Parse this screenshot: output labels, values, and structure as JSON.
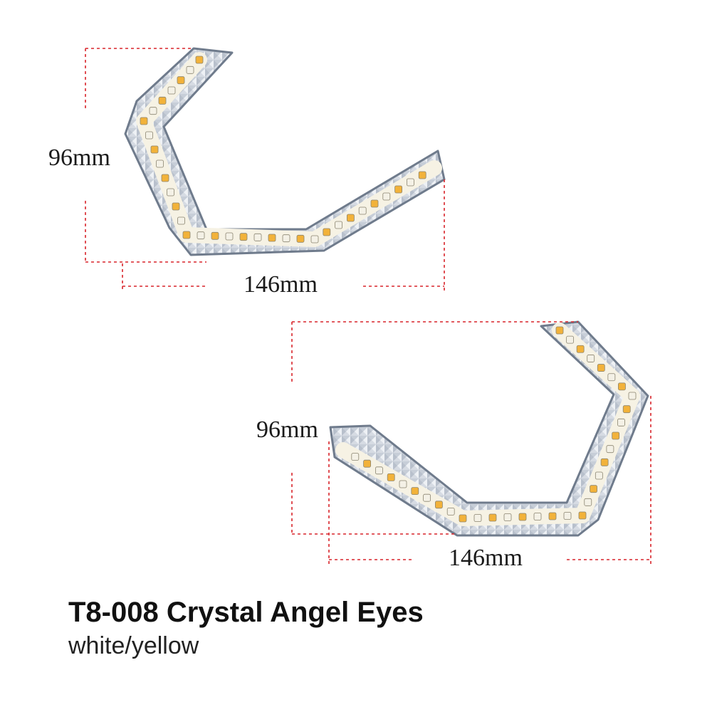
{
  "product": {
    "title": "T8-008 Crystal Angel Eyes",
    "subtitle": "white/yellow"
  },
  "top_view": {
    "height_label": "96mm",
    "width_label": "146mm"
  },
  "bottom_view": {
    "height_label": "96mm",
    "width_label": "146mm"
  },
  "colors": {
    "dimension_line": "#d9252b",
    "strip_frame": "#6f7b8c",
    "crystal_face": "#d8dde4",
    "led_white": "#f4f1e6",
    "led_yellow": "#f2b23a"
  }
}
